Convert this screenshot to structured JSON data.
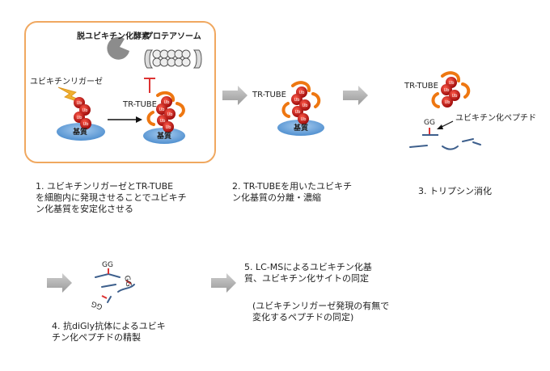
{
  "step1": {
    "deubiquitinase": "脱ユビキチン化酵素",
    "proteasome": "プロテアソーム",
    "ligase": "ユビキチンリガーゼ",
    "trtube": "TR-TUBE",
    "substrate_left": "基質",
    "substrate_right": "基質",
    "ub": "Ub",
    "caption": "1. ユビキチンリガーゼとTR-TUBE\nを細胞内に発現させることでユビキチ\nン化基質を安定化させる"
  },
  "step2": {
    "trtube": "TR-TUBE",
    "substrate": "基質",
    "caption": "2. TR-TUBEを用いたユビキチ\nン化基質の分離・濃縮"
  },
  "step3": {
    "trtube": "TR-TUBE",
    "gg": "GG",
    "peptide_label": "ユビキチン化ペプチド",
    "caption": "3. トリプシン消化"
  },
  "step4": {
    "gg1": "GG",
    "gg2": "GG",
    "gg3": "GG",
    "caption": "4. 抗diGly抗体によるユビキ\nチン化ペプチドの精製"
  },
  "step5": {
    "caption": "5. LC-MSによるユビキチン化基\n質、ユビキチン化サイトの同定",
    "note": "(ユビキチンリガーゼ発現の有無で\n変化するペプチドの同定)"
  },
  "colors": {
    "box_border": "#f0a860",
    "ub_red": "#cc1111",
    "trtube_orange": "#ee7711",
    "substrate_blue": "#6fa8dc",
    "arrow_gray": "#aaaaaa",
    "peptide_blue": "#3d5f8c",
    "inhibit_red": "#dd3333",
    "lightning": "#f0b030"
  }
}
